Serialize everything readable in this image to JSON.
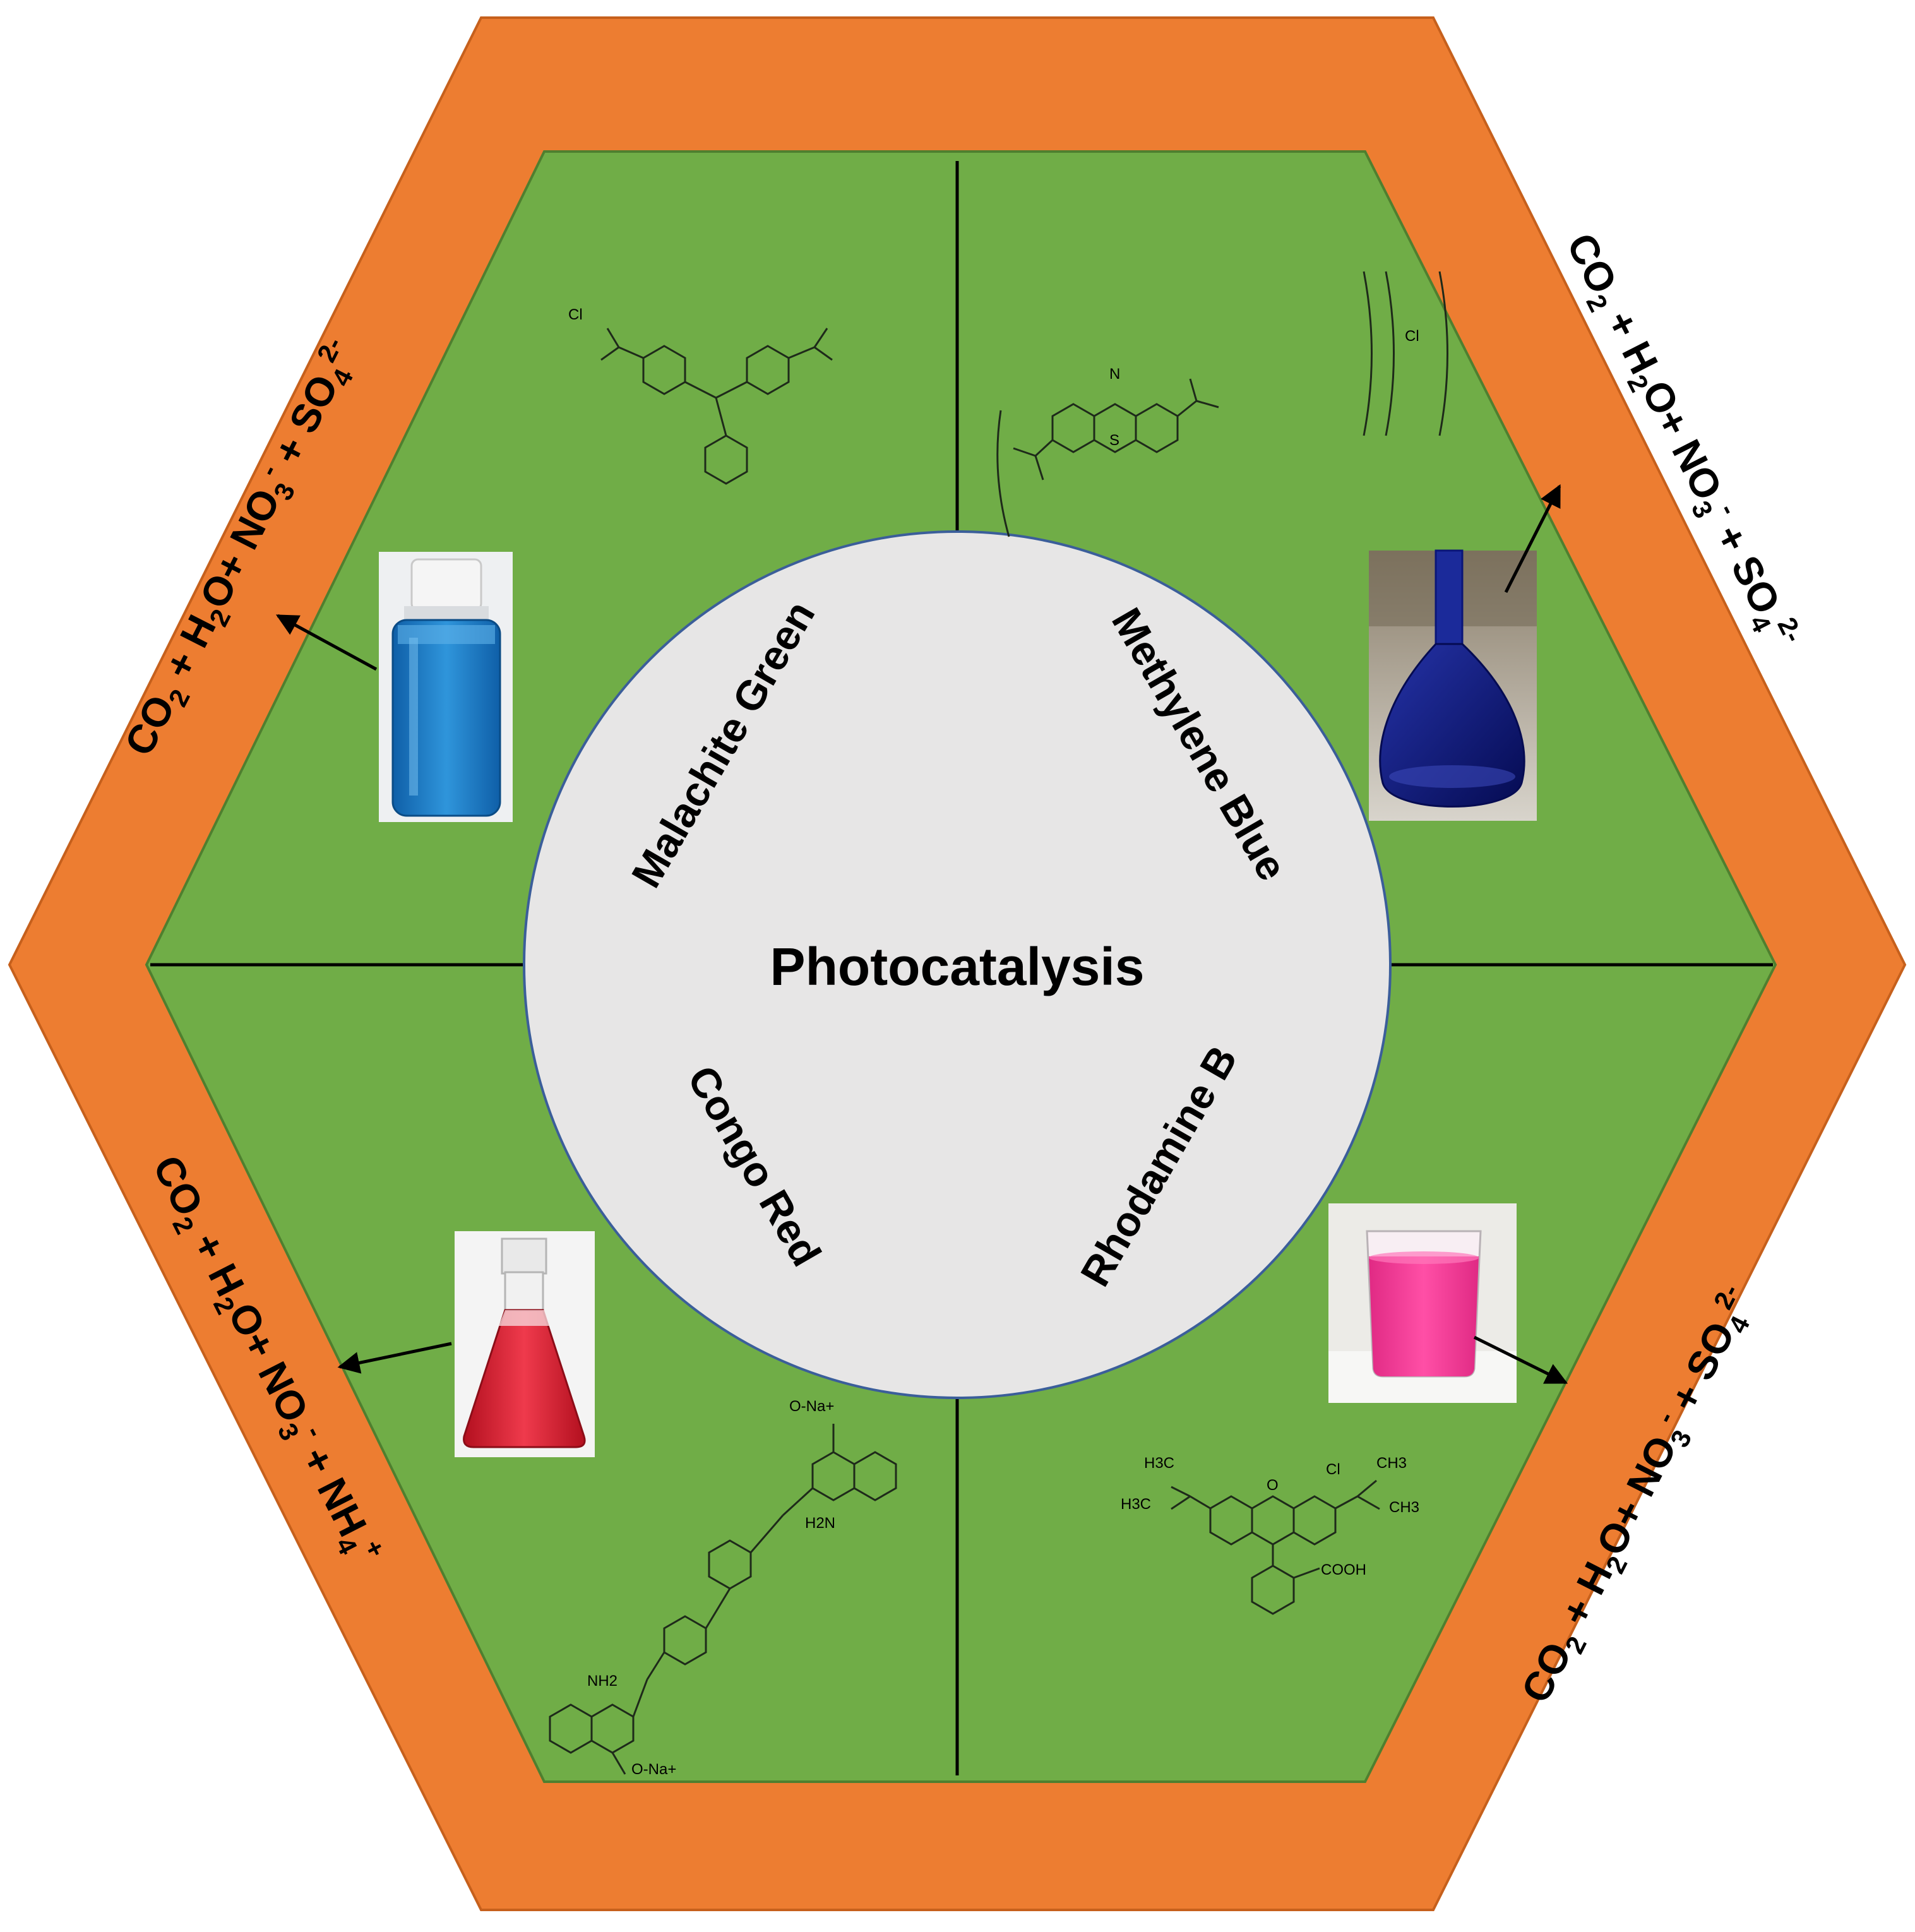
{
  "center": {
    "title": "Photocatalysis"
  },
  "dyes": {
    "top_left": "Malachite Green",
    "top_right": "Methylene Blue",
    "bottom_left": "Congo Red",
    "bottom_right": "Rhodamine B"
  },
  "products": {
    "top_left": {
      "p1": "CO",
      "s1": "2",
      "p2": " + H",
      "s2": "2",
      "p3": "O+ NO",
      "s3": "3",
      "u3": "-",
      "p4": " + SO",
      "s4": "4",
      "u4": "2-"
    },
    "top_right": {
      "p1": "CO",
      "s1": "2",
      "p2": " + H",
      "s2": "2",
      "p3": "O+ NO",
      "s3": "3",
      "u3": "-",
      "p4": " + SO",
      "s4": "4",
      "u4": "2-"
    },
    "bottom_left": {
      "p1": "CO",
      "s1": "2",
      "p2": " + H",
      "s2": "2",
      "p3": "O+ NO",
      "s3": "3",
      "u3": "-",
      "p4": " + NH",
      "s4": "4",
      "u4": "+"
    },
    "bottom_right": {
      "p1": "CO",
      "s1": "2",
      "p2": " + H",
      "s2": "2",
      "p3": "O+ NO",
      "s3": "3",
      "u3": "-",
      "p4": " + SO",
      "s4": "4",
      "u4": "2-"
    }
  },
  "structures": {
    "malachite_cl": "Cl",
    "methylene_n": "N",
    "methylene_s": "S",
    "methylene_cl": "Cl",
    "rhodamine_h3c_1": "H3C",
    "rhodamine_h3c_2": "H3C",
    "rhodamine_ch3_1": "CH3",
    "rhodamine_ch3_2": "CH3",
    "rhodamine_cl": "Cl",
    "rhodamine_o": "O",
    "rhodamine_cooh": "COOH",
    "congo_nh2_top": "H2N",
    "congo_nh2_bottom": "NH2",
    "congo_so3na_top": "O-Na+",
    "congo_so3na_bottom": "O-Na+"
  },
  "colors": {
    "orange_frame": "#ED7D31",
    "green_panel": "#70AD47",
    "center_circle": "#E7E6E6",
    "blue_solution": "#1C7FC4",
    "dark_blue_solution": "#0A1578",
    "red_solution": "#D8203A",
    "pink_solution": "#F0318F"
  }
}
